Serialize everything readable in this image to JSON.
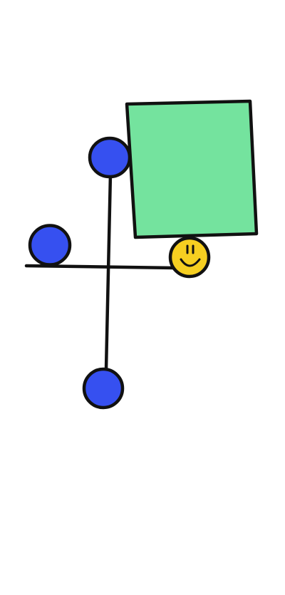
{
  "scene": {
    "background": "#ffffff",
    "colors": {
      "outline": "#111111",
      "blue_ball": "#3650F0",
      "green_box": "#74E39E",
      "yellow_smiley": "#F6CF21"
    },
    "objects": [
      {
        "kind": "rod",
        "name": "horizontal-rod"
      },
      {
        "kind": "rod",
        "name": "vertical-rod"
      },
      {
        "kind": "ball",
        "name": "blue-ball-top"
      },
      {
        "kind": "ball",
        "name": "blue-ball-left"
      },
      {
        "kind": "ball",
        "name": "blue-ball-bottom"
      },
      {
        "kind": "box",
        "name": "green-box"
      },
      {
        "kind": "smiley",
        "name": "smiley-ball"
      }
    ]
  }
}
